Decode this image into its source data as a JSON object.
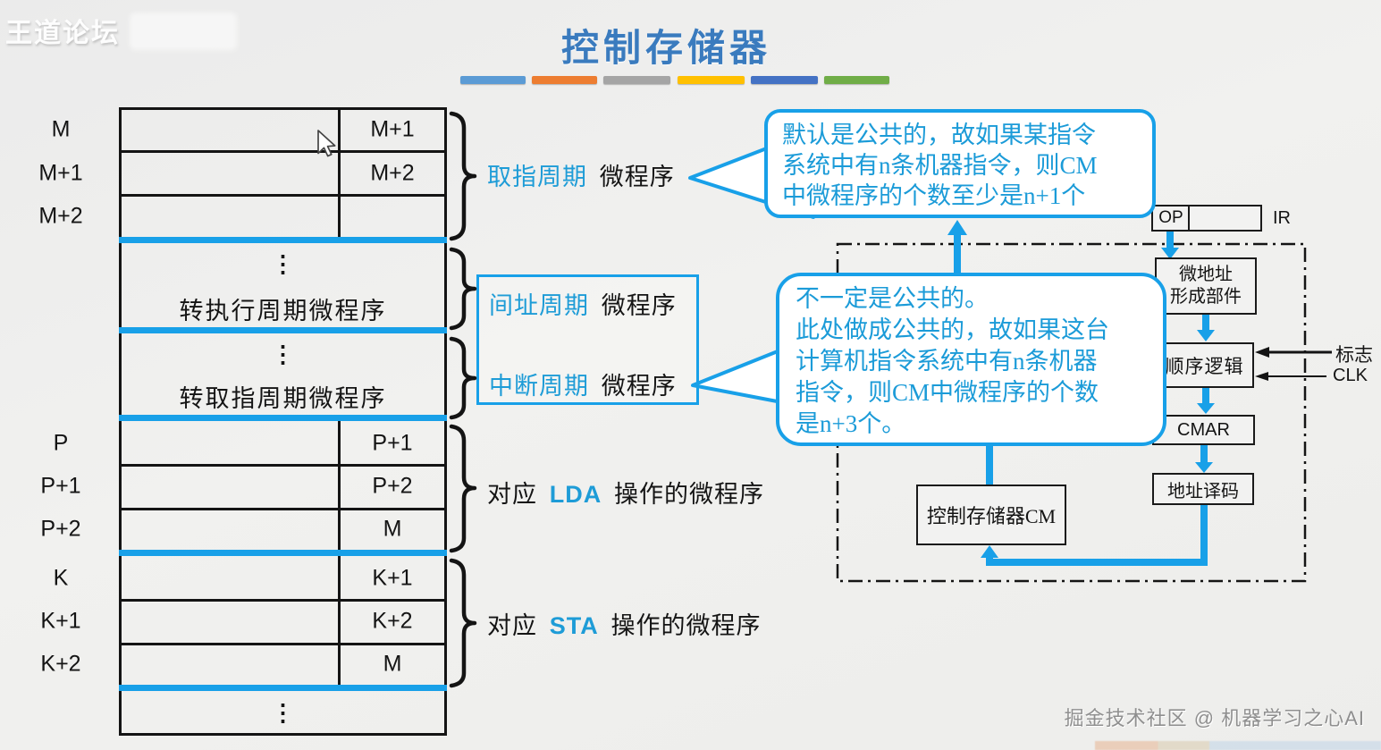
{
  "colors": {
    "accent_blue": "#18A0E8",
    "text_blue": "#1E9CD7",
    "title_blue": "#3A7BBE",
    "title_bar_colors": [
      "#5B9BD5",
      "#ED7D31",
      "#A5A5A5",
      "#FFC000",
      "#4472C4",
      "#70AD47"
    ]
  },
  "header": {
    "watermark": "王道论坛",
    "title": "控制存储器"
  },
  "memory_table": {
    "fetch_rows": [
      {
        "addr": "M",
        "cell": "M+1"
      },
      {
        "addr": "M+1",
        "cell": "M+2"
      },
      {
        "addr": "M+2",
        "cell": ""
      }
    ],
    "exec_jump": {
      "dots": "⋮",
      "label": "转执行周期微程序"
    },
    "fetch_jump": {
      "dots": "⋮",
      "label": "转取指周期微程序"
    },
    "lda_rows": [
      {
        "addr": "P",
        "cell": "P+1"
      },
      {
        "addr": "P+1",
        "cell": "P+2"
      },
      {
        "addr": "P+2",
        "cell": "M"
      }
    ],
    "sta_rows": [
      {
        "addr": "K",
        "cell": "K+1"
      },
      {
        "addr": "K+1",
        "cell": "K+2"
      },
      {
        "addr": "K+2",
        "cell": "M"
      }
    ],
    "tail_dots": "⋮"
  },
  "labels": {
    "fetch": {
      "cycle": "取指周期",
      "suffix": "微程序"
    },
    "indirect": {
      "cycle": "间址周期",
      "suffix": "微程序"
    },
    "interrupt": {
      "cycle": "中断周期",
      "suffix": "微程序"
    },
    "lda": {
      "prefix": "对应",
      "op": "LDA",
      "suffix": "操作的微程序"
    },
    "sta": {
      "prefix": "对应",
      "op": "STA",
      "suffix": "操作的微程序"
    }
  },
  "callouts": {
    "common": {
      "line1": "默认是公共的，故如果某指令",
      "line2": "系统中有n条机器指令，则CM",
      "line3": "中微程序的个数至少是n+1个"
    },
    "not_common": {
      "line1": "不一定是公共的。",
      "line2": "此处做成公共的，故如果这台",
      "line3": "计算机指令系统中有n条机器",
      "line4": "指令，则CM中微程序的个数",
      "line5": "是n+3个。"
    }
  },
  "diagram": {
    "ir": {
      "op": "OP",
      "name": "IR"
    },
    "micro_addr_line1": "微地址",
    "micro_addr_line2": "形成部件",
    "seq_logic": "顺序逻辑",
    "cmar": "CMAR",
    "addr_decode": "地址译码",
    "cm": "控制存储器CM",
    "flag": "标志",
    "clk": "CLK"
  },
  "footer": {
    "credit": "掘金技术社区 @ 机器学习之心AI"
  }
}
